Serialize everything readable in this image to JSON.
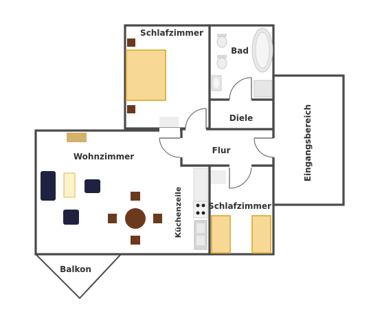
{
  "rooms": {
    "schlafzimmer_top": "Schlafzimmer",
    "bad": "Bad",
    "diele": "Diele",
    "flur": "Flur",
    "eingangsbereich": "Eingangsbereich",
    "wohnzimmer": "Wohnzimmer",
    "kuechenzeile": "Küchenzeile",
    "schlafzimmer_bottom": "Schlafzimmer",
    "balkon": "Balkon"
  },
  "colors": {
    "wall": "#4a4a4a",
    "bed_fill": "#f7d894",
    "bed_border": "#e0b54a",
    "furniture_brown": "#6b3a1e",
    "sofa_navy": "#1f2140",
    "desk_tan": "#d4b26a",
    "fixture_gray": "#d9d9d9"
  },
  "icons": [
    "bed-icon",
    "nightstand-icon",
    "sink-icon",
    "bathtub-icon",
    "toilet-icon",
    "stove-icon",
    "armchair-icon",
    "dining-table-icon",
    "chair-icon",
    "door-icon"
  ]
}
